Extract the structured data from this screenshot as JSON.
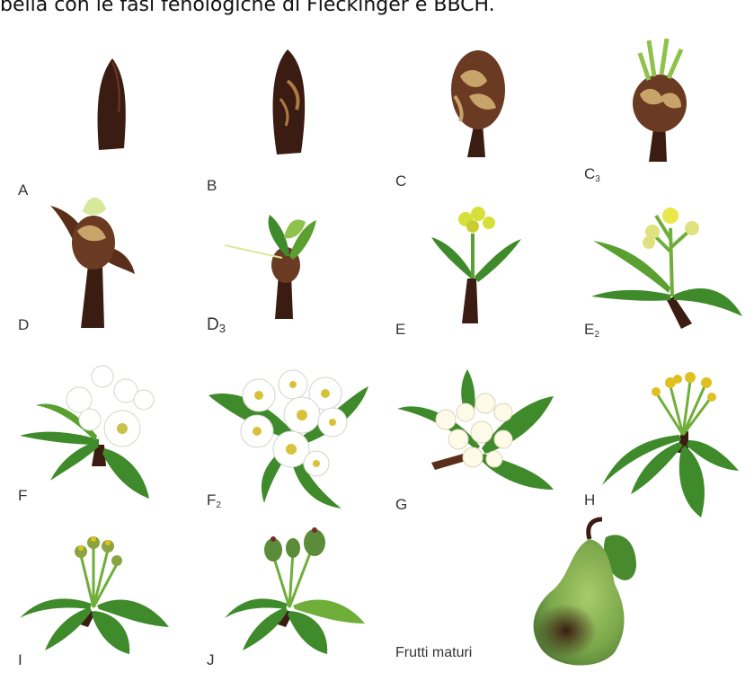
{
  "caption": "bella con le fasi fenologiche di Fleckinger e BBCH.",
  "stages": [
    {
      "letter": "A",
      "sub": ""
    },
    {
      "letter": "B",
      "sub": ""
    },
    {
      "letter": "C",
      "sub": ""
    },
    {
      "letter": "C",
      "sub": "3"
    },
    {
      "letter": "D",
      "sub": ""
    },
    {
      "letter": "D",
      "sub": "3"
    },
    {
      "letter": "E",
      "sub": ""
    },
    {
      "letter": "E",
      "sub": "2"
    },
    {
      "letter": "F",
      "sub": ""
    },
    {
      "letter": "F",
      "sub": "2"
    },
    {
      "letter": "G",
      "sub": ""
    },
    {
      "letter": "H",
      "sub": ""
    },
    {
      "letter": "I",
      "sub": ""
    },
    {
      "letter": "J",
      "sub": ""
    }
  ],
  "mature_fruit_label": "Frutti maturi",
  "colors": {
    "bud_dark": "#3a1c12",
    "bud_light": "#c9a46a",
    "leaf": "#3f8a2a",
    "leaf_light": "#8fc24a",
    "petal": "#ffffff",
    "anther": "#e0c020",
    "pear": "#7aa64a"
  }
}
